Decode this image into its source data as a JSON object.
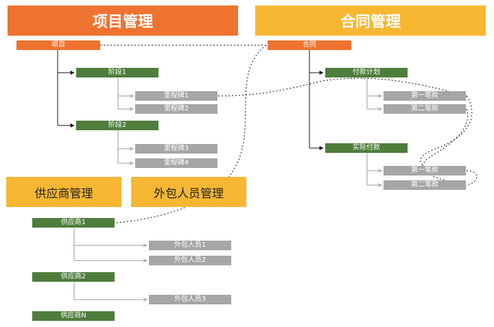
{
  "headers": {
    "project": "项目管理",
    "contract": "合同管理",
    "supplier": "供应商管理",
    "outsource": "外包人员管理"
  },
  "project": {
    "root": "项目",
    "stage1": "阶段1",
    "m1": "里程碑1",
    "m2": "里程碑2",
    "stage2": "阶段2",
    "m3": "里程碑3",
    "m4": "里程碑4"
  },
  "contract": {
    "root": "合同",
    "plan": "付款计划",
    "plan_p1": "第一笔款",
    "plan_p2": "第二笔款",
    "actual": "实际付款",
    "actual_p1": "第一笔款",
    "actual_p2": "第二笔款"
  },
  "supplier": {
    "s1": "供应商1",
    "s1_o1": "外包人员1",
    "s1_o2": "外包人员2",
    "s2": "供应商2",
    "s2_o3": "外包人员3",
    "sn": "供应商N"
  },
  "colors": {
    "orange": "#ef7330",
    "yellow": "#f7b733",
    "green": "#4e7d3c",
    "gray": "#a6a6a6"
  }
}
